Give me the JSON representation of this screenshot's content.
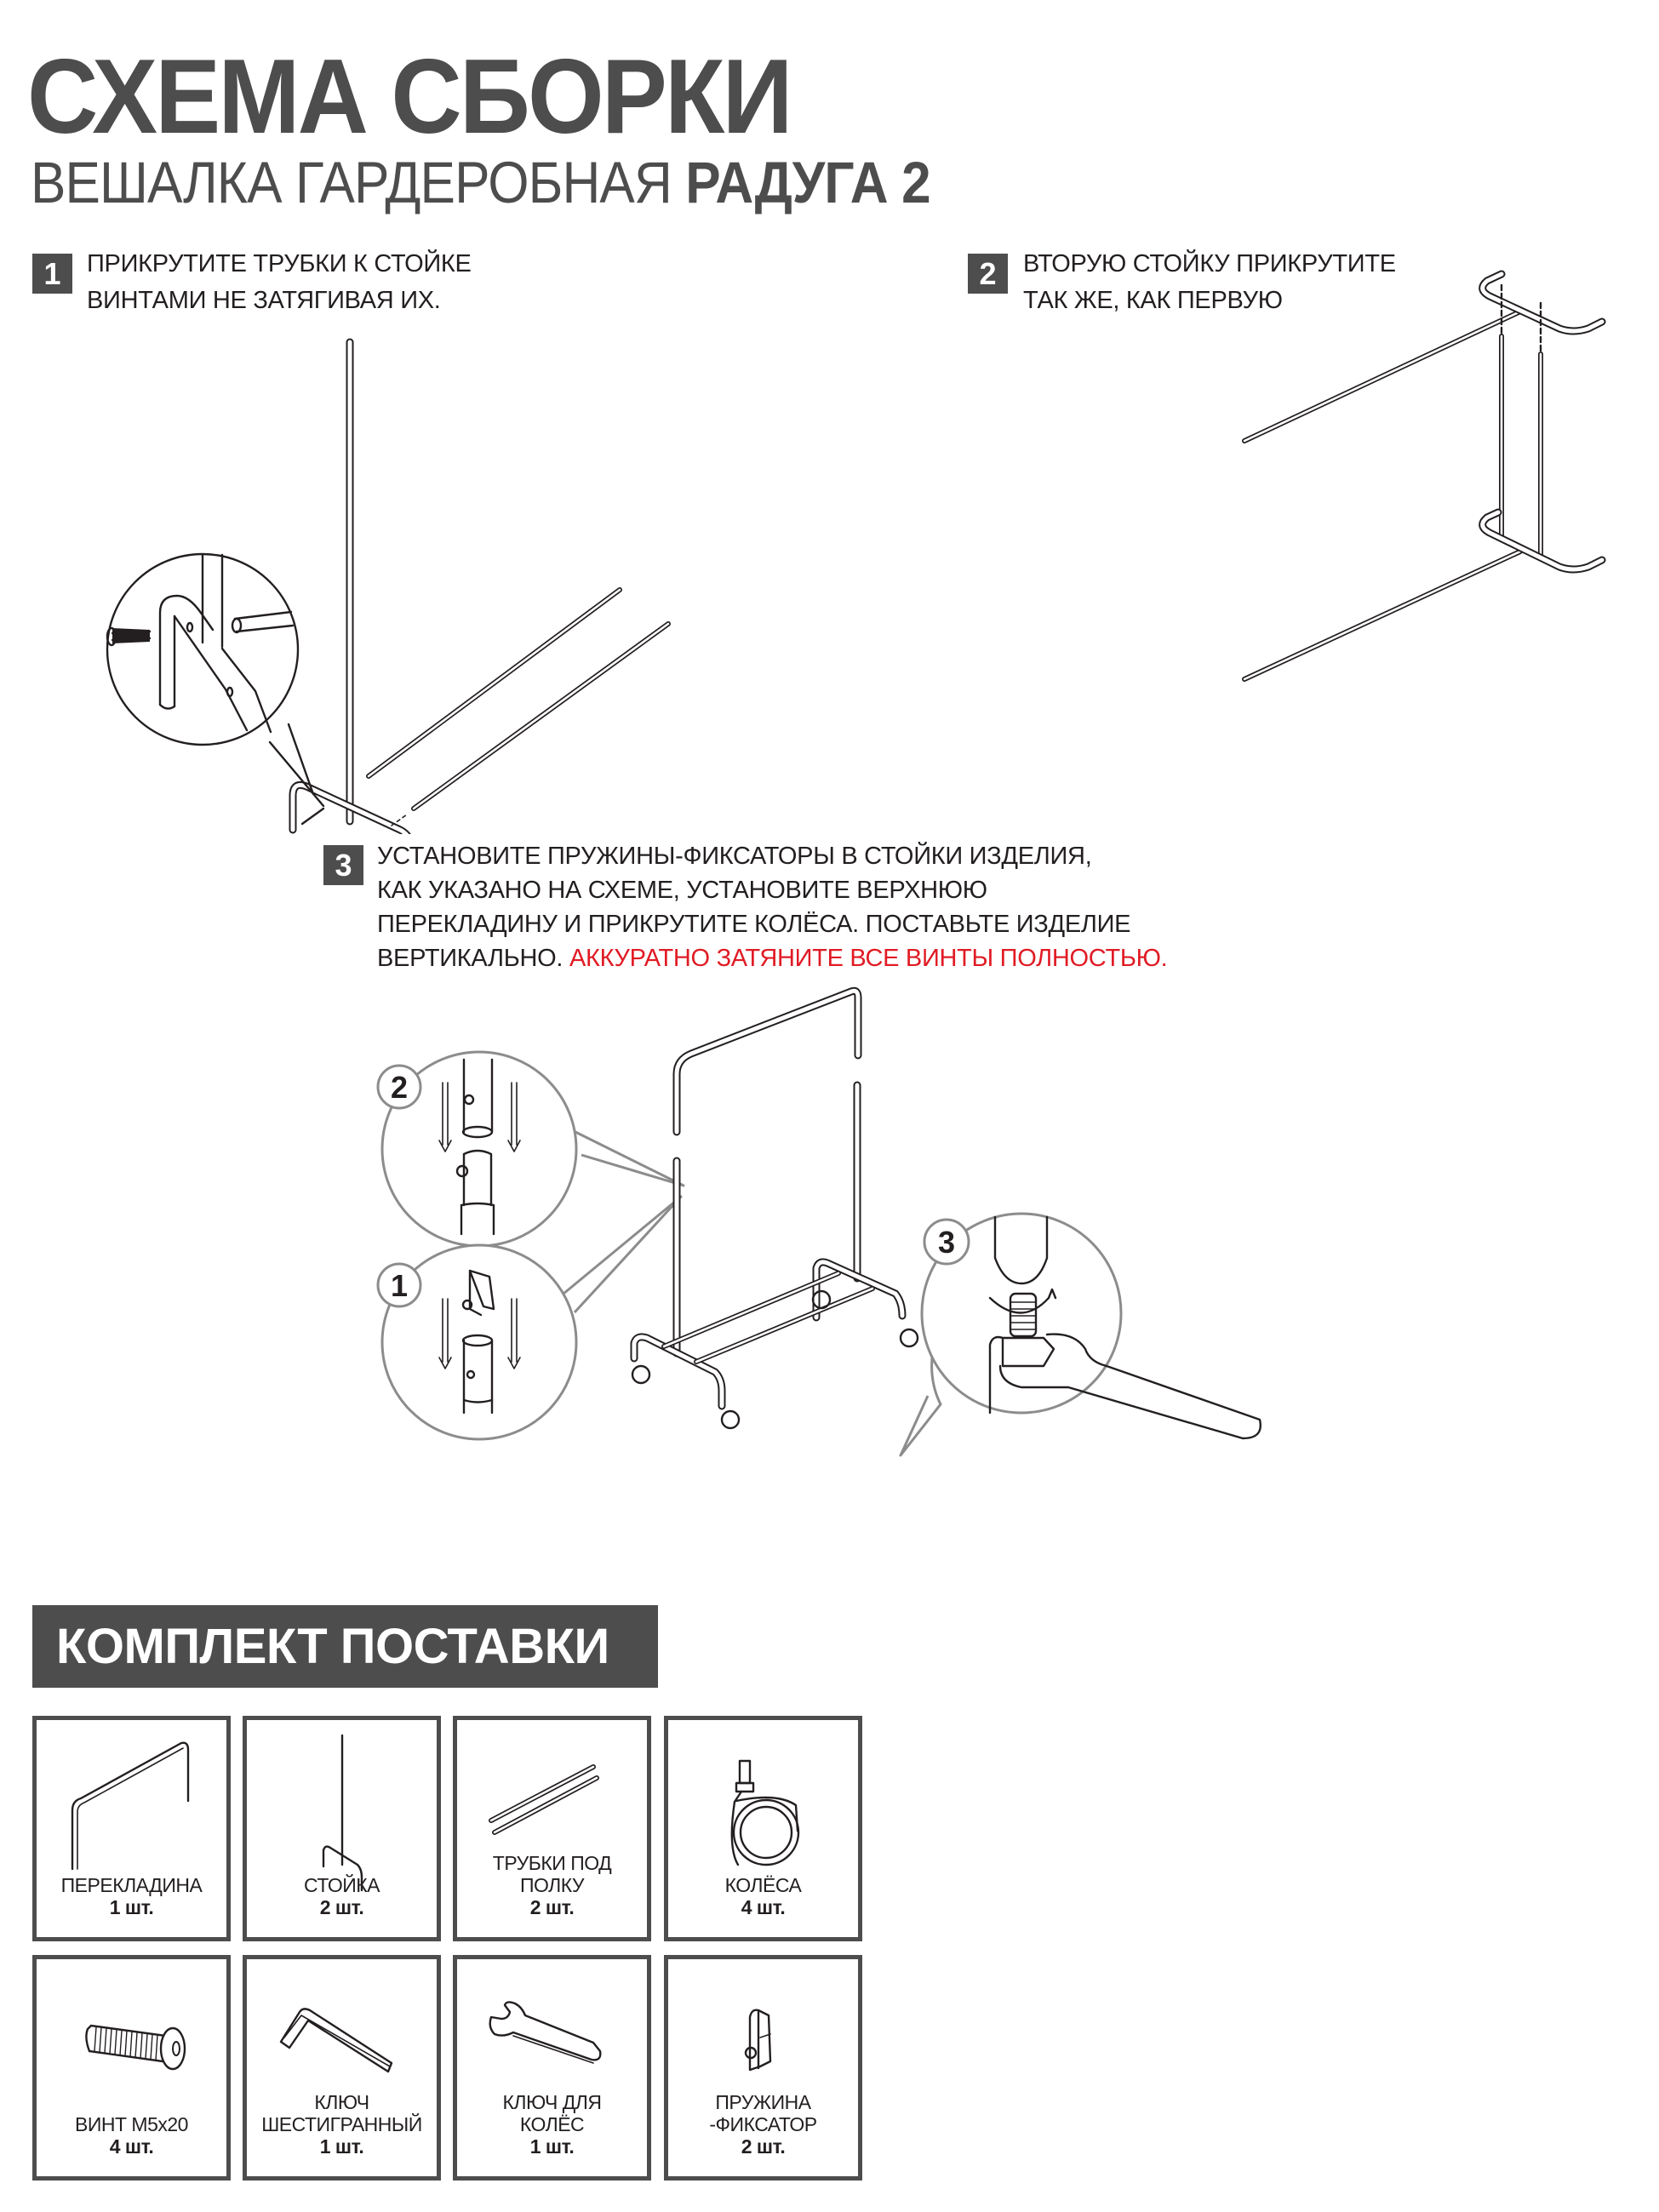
{
  "header": {
    "title": "СХЕМА СБОРКИ",
    "subtitle_regular": "ВЕШАЛКА ГАРДЕРОБНАЯ ",
    "subtitle_bold": "РАДУГА 2"
  },
  "steps": [
    {
      "number": "1",
      "lines": [
        "ПРИКРУТИТЕ ТРУБКИ К СТОЙКЕ",
        "ВИНТАМИ НЕ ЗАТЯГИВАЯ ИХ."
      ]
    },
    {
      "number": "2",
      "lines": [
        "ВТОРУЮ СТОЙКУ ПРИКРУТИТЕ",
        "ТАК ЖЕ, КАК ПЕРВУЮ"
      ]
    },
    {
      "number": "3",
      "lines": [
        "УСТАНОВИТЕ ПРУЖИНЫ-ФИКСАТОРЫ В СТОЙКИ ИЗДЕЛИЯ,",
        "КАК УКАЗАНО НА СХЕМЕ, УСТАНОВИТЕ ВЕРХНЮЮ",
        "ПЕРЕКЛАДИНУ И ПРИКРУТИТЕ КОЛЁСА. ПОСТАВЬТЕ ИЗДЕЛИЕ",
        "ВЕРТИКАЛЬНО. "
      ],
      "warning": "АККУРАТНО ЗАТЯНИТЕ ВСЕ ВИНТЫ ПОЛНОСТЬЮ.",
      "callouts": [
        "2",
        "1",
        "3"
      ]
    }
  ],
  "kit": {
    "heading": "КОМПЛЕКТ ПОСТАВКИ",
    "items": [
      {
        "name": "ПЕРЕКЛАДИНА",
        "qty": "1 шт.",
        "icon": "crossbar-icon"
      },
      {
        "name": "СТОЙКА",
        "qty": "2 шт.",
        "icon": "stand-post-icon"
      },
      {
        "name": "ТРУБКИ ПОД ПОЛКУ",
        "name_lines": [
          "ТРУБКИ ПОД",
          "ПОЛКУ"
        ],
        "qty": "2 шт.",
        "icon": "shelf-tubes-icon"
      },
      {
        "name": "КОЛЁСА",
        "qty": "4 шт.",
        "icon": "caster-wheel-icon"
      },
      {
        "name": "ВИНТ М5х20",
        "qty": "4 шт.",
        "icon": "screw-icon"
      },
      {
        "name": "КЛЮЧ ШЕСТИГРАННЫЙ",
        "name_lines": [
          "КЛЮЧ",
          "ШЕСТИГРАННЫЙ"
        ],
        "qty": "1 шт.",
        "icon": "hex-key-icon"
      },
      {
        "name": "КЛЮЧ ДЛЯ КОЛЁС",
        "name_lines": [
          "КЛЮЧ ДЛЯ",
          "КОЛЁС"
        ],
        "qty": "1 шт.",
        "icon": "wrench-icon"
      },
      {
        "name": "ПРУЖИНА -ФИКСАТОР",
        "name_lines": [
          "ПРУЖИНА",
          "-ФИКСАТОР"
        ],
        "qty": "2 шт.",
        "icon": "spring-clip-icon"
      }
    ]
  },
  "colors": {
    "primary_gray": "#4d4d4d",
    "text": "#231f20",
    "warning_red": "#e01b24",
    "callout_gray": "#8c8c8c"
  }
}
